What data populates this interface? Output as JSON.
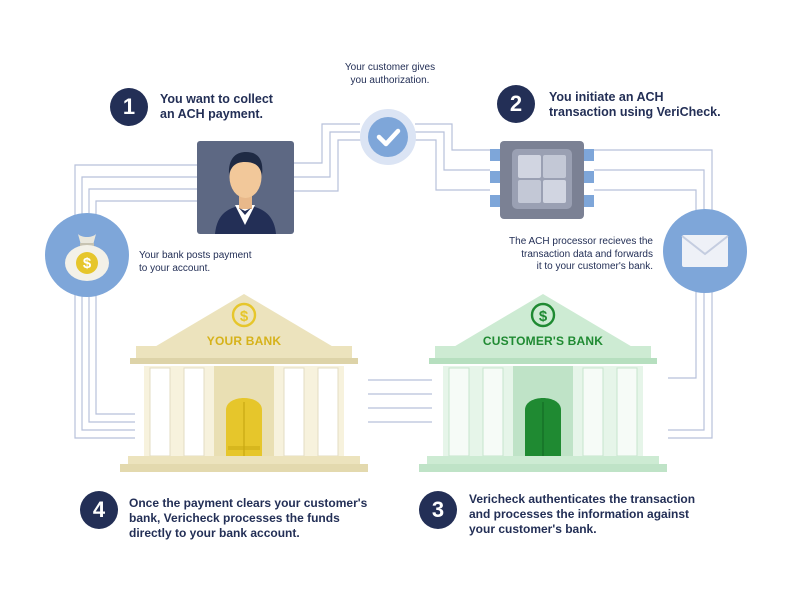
{
  "colors": {
    "navy": "#232f56",
    "line": "#b4bdd6",
    "circle_blue": "#7ea6d9",
    "your_bank": "#ece3bd",
    "your_bank_accent": "#e6c62b",
    "customer_bank": "#cdebd3",
    "customer_bank_accent": "#1f8a32"
  },
  "icons": {
    "authorization": "checkmark-circle-icon",
    "merchant": "businessman-avatar-icon",
    "processor": "ach-processor-chip-icon",
    "payment": "money-bag-icon",
    "message": "envelope-icon",
    "your_bank": "bank-building-icon",
    "customer_bank": "bank-building-icon"
  },
  "authorization": {
    "line1": "Your customer gives",
    "line2": "you authorization."
  },
  "steps": [
    {
      "number": "1",
      "line1": "You want to collect",
      "line2": "an ACH payment."
    },
    {
      "number": "2",
      "line1": "You initiate an ACH",
      "line2": "transaction using VeriCheck."
    },
    {
      "number": "3",
      "line1": "Vericheck authenticates the transaction",
      "line2": "and processes the information against",
      "line3": "your customer's bank."
    },
    {
      "number": "4",
      "line1": "Once the payment clears your customer's",
      "line2": "bank, Vericheck processes the funds",
      "line3": "directly to your bank account."
    }
  ],
  "notes": {
    "posts_payment": {
      "line1": "Your bank posts payment",
      "line2": "to your account."
    },
    "processor": {
      "line1": "The ACH processor recieves the",
      "line2": "transaction data and forwards",
      "line3": "it to your customer's bank."
    }
  },
  "banks": {
    "your_bank": {
      "label": "YOUR BANK",
      "symbol": "$"
    },
    "customer_bank": {
      "label": "CUSTOMER'S BANK",
      "symbol": "$"
    }
  },
  "money_bag_symbol": "$"
}
